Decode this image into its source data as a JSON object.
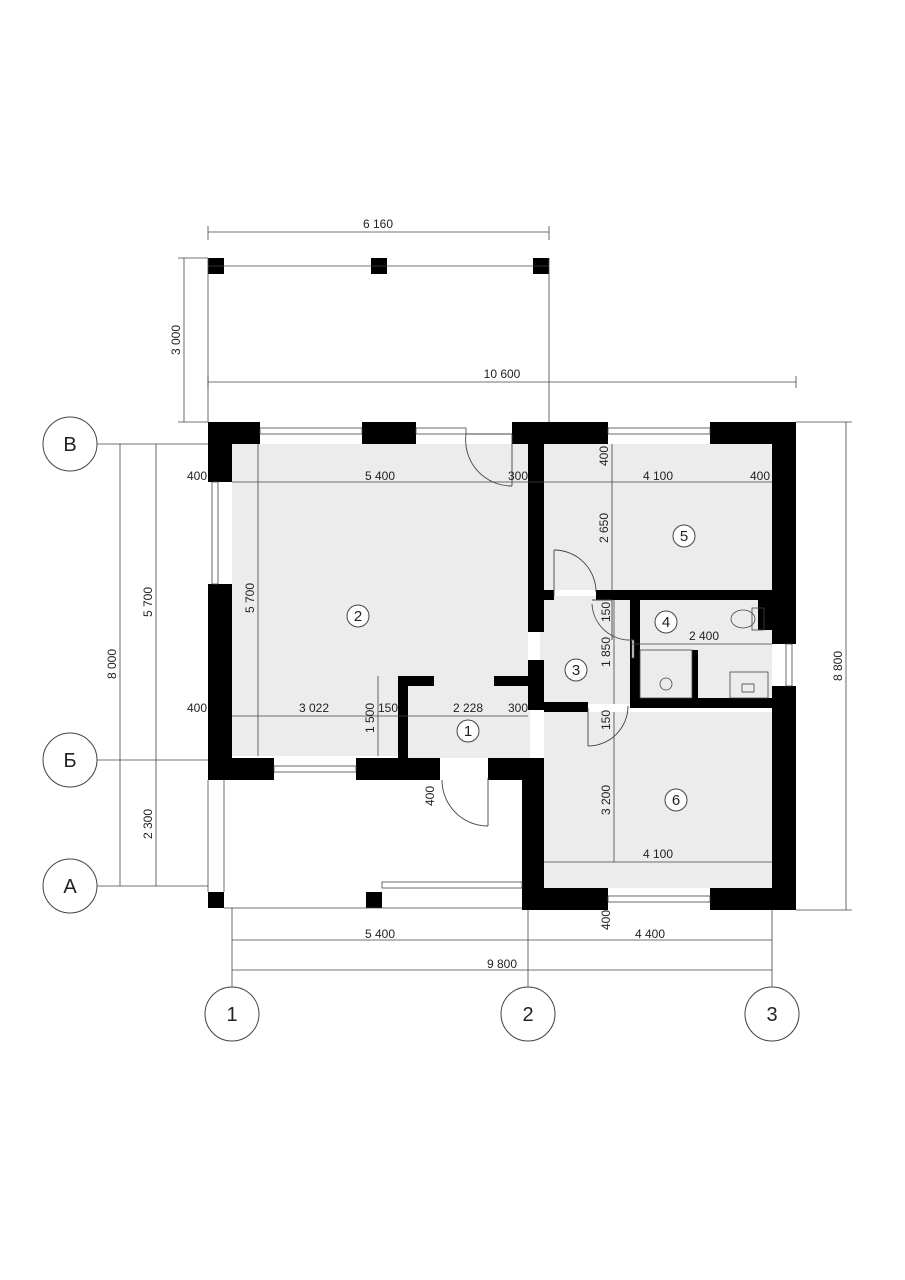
{
  "axes": {
    "letters": [
      "В",
      "Б",
      "А"
    ],
    "numbers": [
      "1",
      "2",
      "3"
    ]
  },
  "rooms": [
    "1",
    "2",
    "3",
    "4",
    "5",
    "6"
  ],
  "dimensions": {
    "canopy_width": "6 160",
    "canopy_depth": "3 000",
    "overall_width": "10 600",
    "overall_depth": "8 800",
    "left_total": "8 000",
    "left_upper": "5 700",
    "left_lower": "2 300",
    "bottom_left": "5 400",
    "bottom_right": "4 400",
    "bottom_total": "9 800",
    "room2_width": "5 400",
    "room2_height": "5 700",
    "wall_400_top_left": "400",
    "wall_400_mid_left": "400",
    "wall_300_top": "300",
    "wall_300_mid": "300",
    "wall_150_left": "150",
    "wall_150_top": "150",
    "wall_150_bottom": "150",
    "room2_lower_width": "3 022",
    "room1_width": "2 228",
    "room1_height": "1 500",
    "room5_width": "4 100",
    "room5_height": "2 650",
    "room5_top_wall": "400",
    "room5_right_wall": "400",
    "room4_width": "2 400",
    "room3_height": "1 850",
    "room6_width": "4 100",
    "room6_height": "3 200",
    "bottom_wall": "400",
    "entrance_wall": "400"
  }
}
